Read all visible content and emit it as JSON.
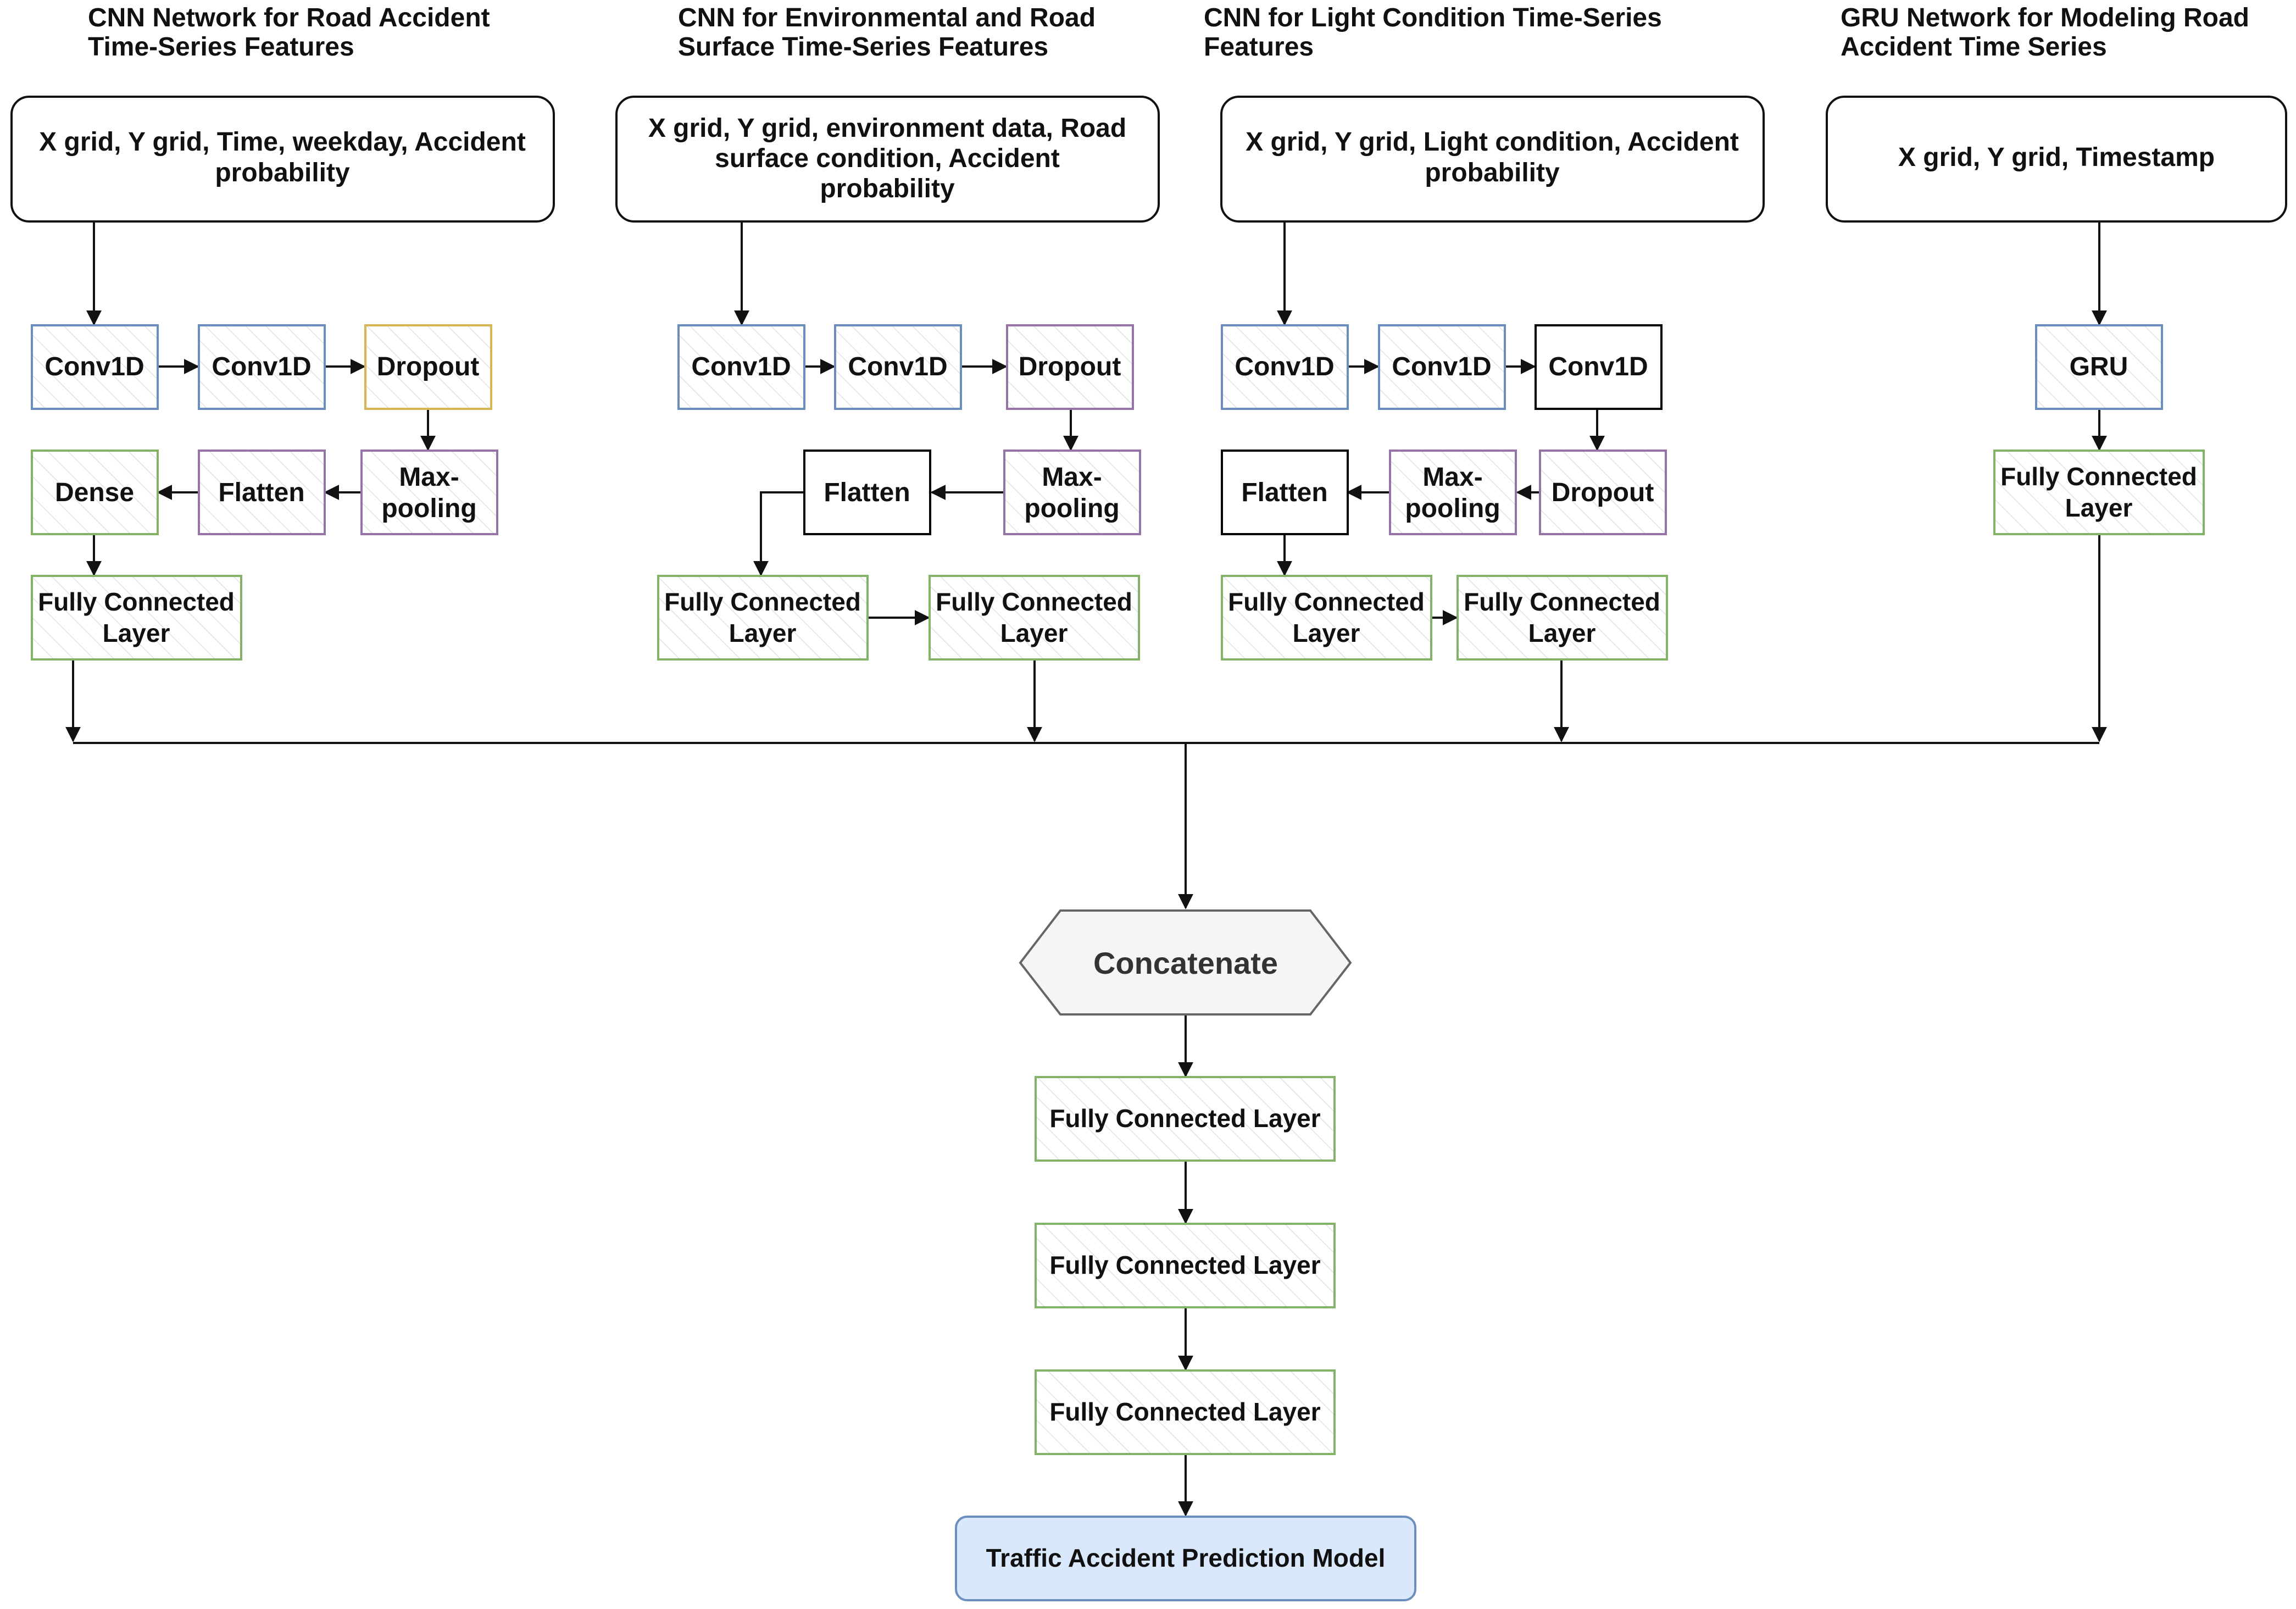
{
  "colors": {
    "blue": "#6c8ebf",
    "orange": "#d6b656",
    "purple": "#9673a6",
    "green": "#82b366",
    "black": "#000000",
    "output_fill": "#dae8fc",
    "concat_fill": "#f5f5f5"
  },
  "branch1": {
    "title_l1": "CNN Network for Road Accident",
    "title_l2": "Time-Series Features",
    "input_l1": "X grid, Y grid, Time,  weekday, Accident",
    "input_l2": "probability",
    "conv1": "Conv1D",
    "conv2": "Conv1D",
    "dropout": "Dropout",
    "maxpool_l1": "Max-",
    "maxpool_l2": "pooling",
    "flatten": "Flatten",
    "dense": "Dense",
    "fc_l1": "Fully Connected",
    "fc_l2": "Layer"
  },
  "branch2": {
    "title_l1": "CNN for Environmental and Road",
    "title_l2": "Surface Time-Series Features",
    "input_l1": "X grid, Y grid, environment data, Road",
    "input_l2": "surface condition, Accident",
    "input_l3": "probability",
    "conv1": "Conv1D",
    "conv2": "Conv1D",
    "dropout": "Dropout",
    "maxpool_l1": "Max-",
    "maxpool_l2": "pooling",
    "flatten": "Flatten",
    "fc1_l1": "Fully Connected",
    "fc1_l2": "Layer",
    "fc2_l1": "Fully Connected",
    "fc2_l2": "Layer"
  },
  "branch3": {
    "title_l1": "CNN for Light Condition Time-Series",
    "title_l2": "Features",
    "input_l1": "X grid, Y grid, Light condition, Accident",
    "input_l2": "probability",
    "conv1": "Conv1D",
    "conv2": "Conv1D",
    "conv3": "Conv1D",
    "dropout": "Dropout",
    "maxpool_l1": "Max-",
    "maxpool_l2": "pooling",
    "flatten": "Flatten",
    "fc1_l1": "Fully Connected",
    "fc1_l2": "Layer",
    "fc2_l1": "Fully Connected",
    "fc2_l2": "Layer"
  },
  "branch4": {
    "title_l1": "GRU Network for Modeling Road",
    "title_l2": "Accident Time Series",
    "input": "X grid, Y grid, Timestamp",
    "gru": "GRU",
    "fc_l1": "Fully Connected",
    "fc_l2": "Layer"
  },
  "merge": {
    "concatenate": "Concatenate",
    "fc1": "Fully Connected Layer",
    "fc2": "Fully Connected Layer",
    "fc3": "Fully Connected Layer",
    "output": "Traffic Accident Prediction Model"
  }
}
